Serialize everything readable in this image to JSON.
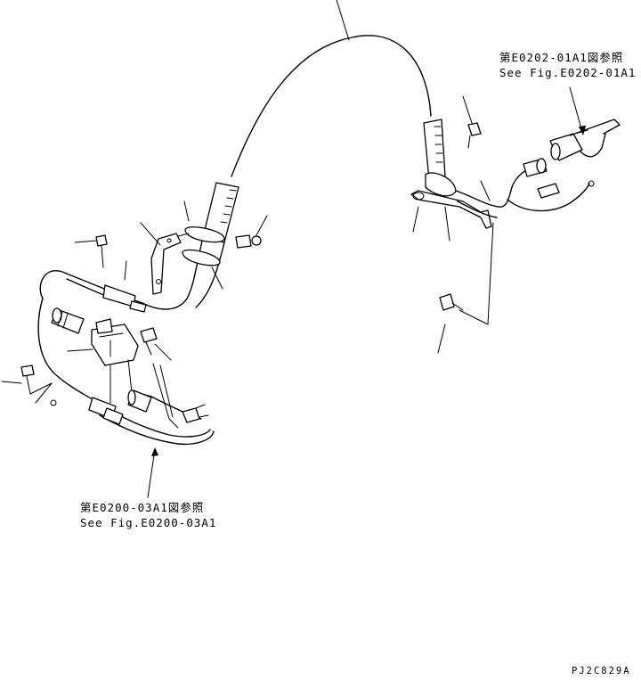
{
  "references": {
    "upper_right": {
      "line_jp": "第E0202-01A1図参照",
      "line_en": "See Fig.E0202-01A1"
    },
    "lower_left": {
      "line_jp": "第E0200-03A1図参照",
      "line_en": "See Fig.E0200-03A1"
    }
  },
  "drawing_code": "PJ2C829A"
}
